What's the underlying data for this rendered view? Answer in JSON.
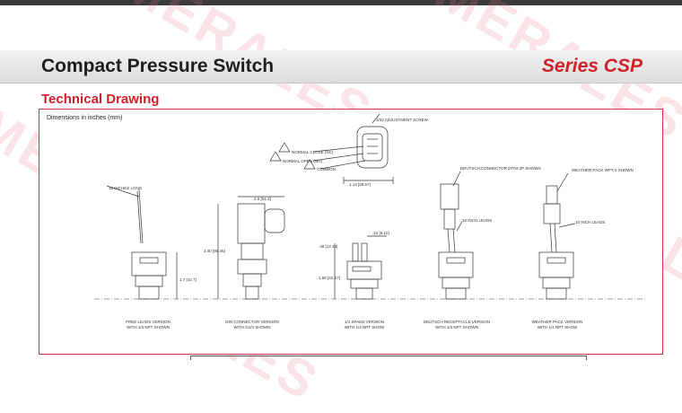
{
  "header": {
    "title": "Compact Pressure Switch",
    "series": "Series CSP"
  },
  "section": {
    "heading": "Technical Drawing"
  },
  "drawing": {
    "dimensions_note": "Dimensions in inches (mm)",
    "labels": {
      "adjustment_screw": "1/32 ADJUSTMENT SCREW",
      "normal_close": "NORMAL CLOSE (NC)",
      "normal_open": "NORMAL OPEN (NO)",
      "common": "COMMON",
      "dim_width_top": "1.13 [28.57]",
      "dim_din_width": "2.0 [51.3]",
      "dim_din_height": "3.40 [86.36]",
      "dim_free_height": "1.7 [42.7]",
      "dim_spade_a": ".48 [12.19]",
      "dim_spade_b": ".24 [6.10]",
      "dim_spade_c": "1.68 [42.67]",
      "free_leads_length": "18 INCHES LONG",
      "deutsch_connector": "DEUTSCH CONNECTOR DT04-2P SHOWN",
      "leads_10_a": "10 INCH LEADS",
      "weather_pack": "WEATHER PACK WPT-2 SHOWN",
      "leads_10_b": "10 INCH LEADS"
    },
    "captions": [
      {
        "line1": "FREE LEADS VERSION",
        "line2": "WITH 1/4 NPT SHOWN"
      },
      {
        "line1": "DIN CONNECTOR VERSION",
        "line2": "WITH G1/4 SHOWN"
      },
      {
        "line1": "1/4 SPADE VERSION",
        "line2": "WITH 1/4 NPT SHOW"
      },
      {
        "line1": "DEUTSCH RECEPTACLE VERSION",
        "line2": "WITH 1/4 NPT SHOWN"
      },
      {
        "line1": "WEATHER PACK VERSION",
        "line2": "WITH 1/4 NPT SHOW"
      }
    ]
  },
  "watermark": {
    "text": "MERALES"
  }
}
